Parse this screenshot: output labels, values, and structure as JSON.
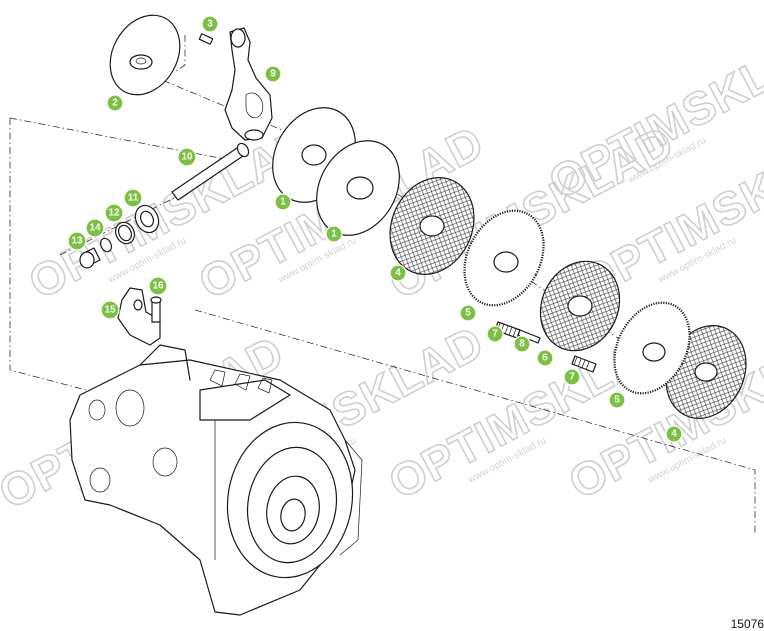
{
  "drawing_number": "15076",
  "watermark": {
    "brand": "OPTIMSKLAD",
    "url": "www.optim-sklad.ru"
  },
  "callouts": [
    {
      "id": "c1a",
      "label": "1"
    },
    {
      "id": "c1b",
      "label": "1"
    },
    {
      "id": "c2",
      "label": "2"
    },
    {
      "id": "c3",
      "label": "3"
    },
    {
      "id": "c4a",
      "label": "4"
    },
    {
      "id": "c4b",
      "label": "4"
    },
    {
      "id": "c5a",
      "label": "5"
    },
    {
      "id": "c5b",
      "label": "5"
    },
    {
      "id": "c6",
      "label": "6"
    },
    {
      "id": "c7a",
      "label": "7"
    },
    {
      "id": "c7b",
      "label": "7"
    },
    {
      "id": "c8",
      "label": "8"
    },
    {
      "id": "c9",
      "label": "9"
    },
    {
      "id": "c10",
      "label": "10"
    },
    {
      "id": "c11",
      "label": "11"
    },
    {
      "id": "c12",
      "label": "12"
    },
    {
      "id": "c13",
      "label": "13"
    },
    {
      "id": "c14",
      "label": "14"
    },
    {
      "id": "c15",
      "label": "15"
    },
    {
      "id": "c16",
      "label": "16"
    }
  ],
  "colors": {
    "callout_fill": "#7ac142",
    "line": "#1a1a1a",
    "watermark": "#cfcfcf"
  }
}
